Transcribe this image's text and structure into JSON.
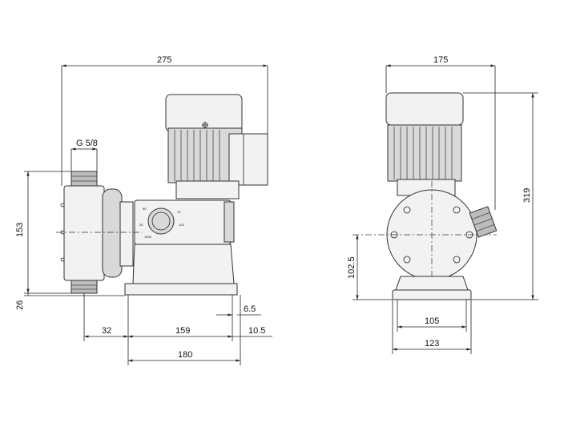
{
  "side_view": {
    "dimensions": {
      "overall_width": "275",
      "thread": "G 5/8",
      "height": "153",
      "base_height": "26",
      "offset_left": "32",
      "base_length": "159",
      "base_right": "10.5",
      "foot_thickness": "6.5",
      "overall_base": "180"
    },
    "dial_marks": [
      "50",
      "75",
      "100",
      "25",
      "1000"
    ]
  },
  "front_view": {
    "dimensions": {
      "overall_width": "175",
      "overall_height": "319",
      "axis_height": "102.5",
      "foot_inner": "105",
      "foot_outer": "123"
    }
  }
}
